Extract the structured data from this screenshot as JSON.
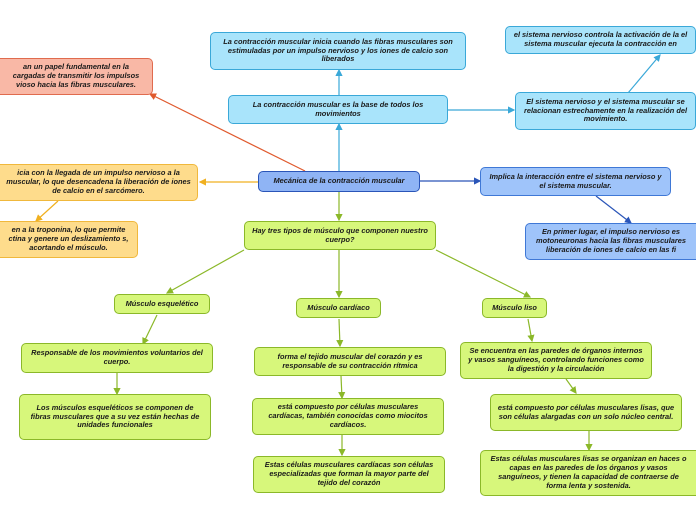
{
  "nodes": {
    "root": "Mecánica de la contracción muscular",
    "base": "La contracción muscular es la base de todos los movimientos",
    "inicia": "La contracción muscular inicia cuando las fibras musculares son estimuladas por un impulso nervioso y los iones de calcio son liberados",
    "relacion": "El sistema nervioso y el sistema muscular se relacionan estrechamente en la realización del movimiento.",
    "controla": "el sistema nervioso controla la activación de la el sistema muscular ejecuta la contracción en",
    "papel": "an un papel fundamental en la cargadas de transmitir los impulsos vioso hacia las fibras musculares.",
    "llegada": "icia con la llegada de un impulso nervioso a la muscular, lo que desencadena la liberación de iones de calcio en el sarcómero.",
    "troponina": "en a la troponina, lo que permite ctina y genere un deslizamiento s, acortando el músculo.",
    "implica": "Implica la interacción entre el sistema nervioso y el sistema muscular.",
    "primer": "En primer lugar, el impulso nervioso es motoneuronas hacia las fibras musculares liberación de iones de calcio en las fi",
    "tipos": "Hay  tres tipos de músculo que componen nuestro cuerpo?",
    "esqueletico": "Músculo esquelético",
    "cardiaco": "Músculo cardíaco",
    "liso": "Músculo liso",
    "esq1": "Responsable de los movimientos voluntarios del cuerpo.",
    "esq2": "Los músculos esqueléticos se componen de fibras musculares que a su vez están hechas de unidades funcionales",
    "card1": "forma el tejido muscular del corazón y es responsable de su contracción rítmica",
    "card2": "está compuesto por células musculares cardíacas, también conocidas como miocitos cardíacos.",
    "card3": "Estas células musculares cardíacas son células especializadas que forman la mayor parte del tejido del corazón",
    "liso1": "Se encuentra en las paredes de órganos internos y vasos sanguíneos, controlando funciones como la digestión y la circulación",
    "liso2": "está compuesto por células musculares lisas, que son células alargadas con un solo núcleo central.",
    "liso3": "Estas células musculares lisas se organizan en haces o capas en las paredes de los órganos y vasos sanguíneos, y tienen la capacidad de contraerse de forma lenta y sostenida."
  },
  "colors": {
    "blue_edge": "#2a55b8",
    "cyan_edge": "#3aa8d8",
    "orange_edge": "#f0b020",
    "red_edge": "#e05a2e",
    "green_edge": "#8bb829"
  }
}
